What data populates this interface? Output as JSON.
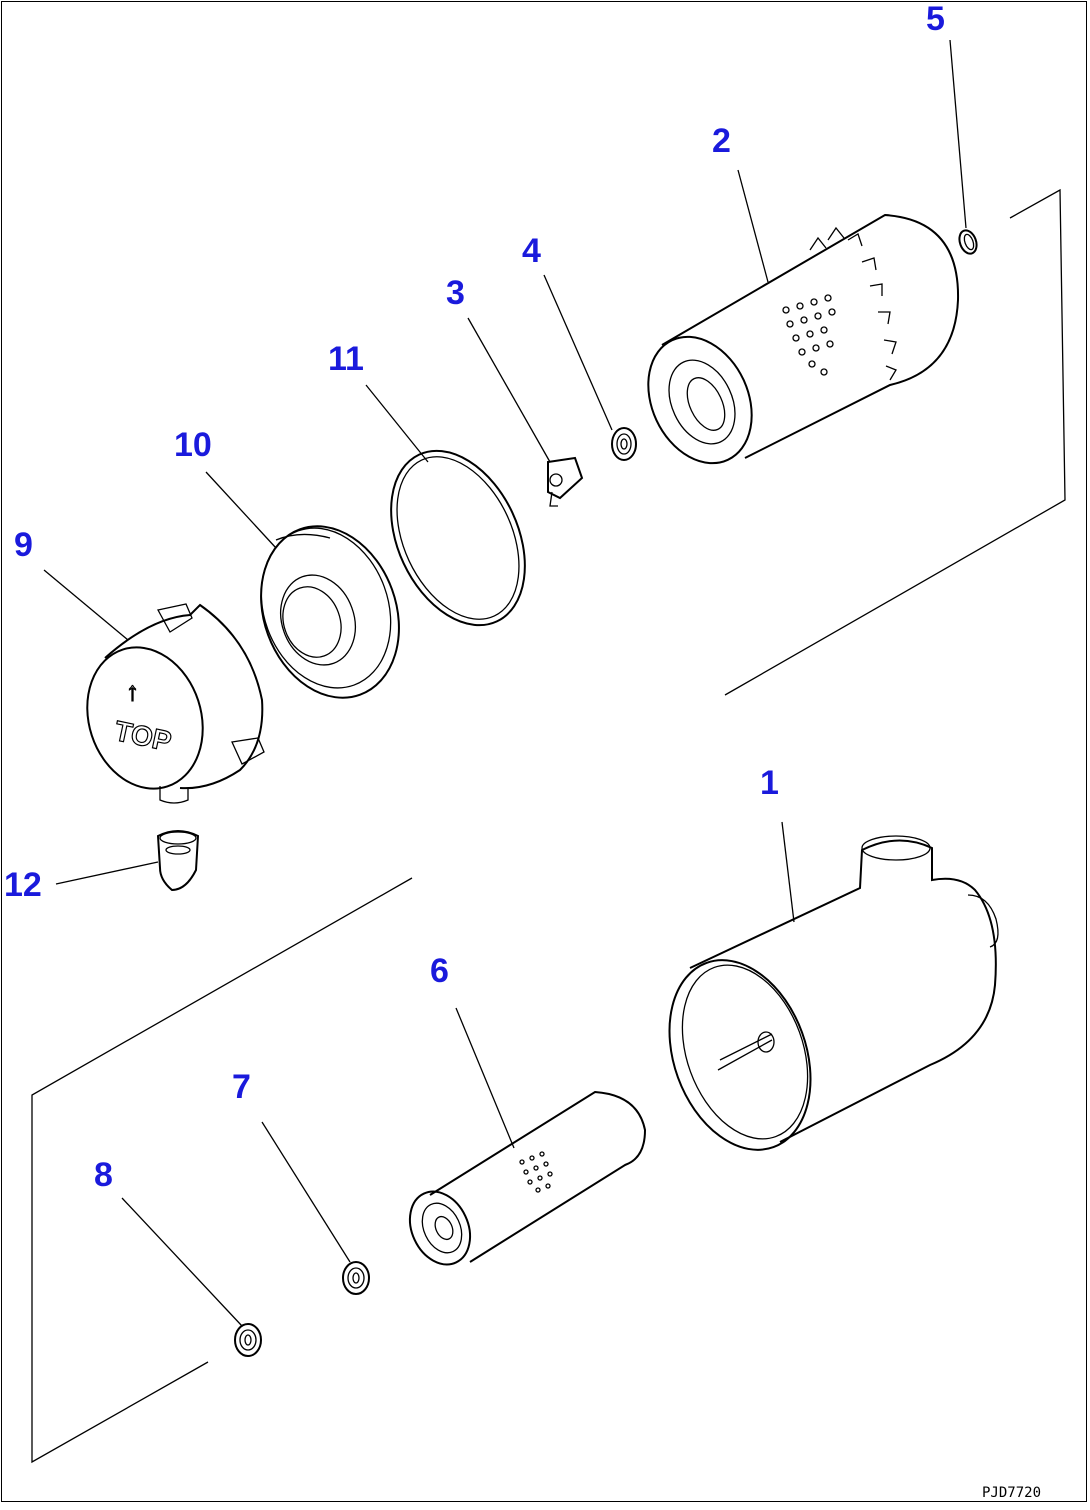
{
  "callouts": {
    "c1": "1",
    "c2": "2",
    "c3": "3",
    "c4": "4",
    "c5": "5",
    "c6": "6",
    "c7": "7",
    "c8": "8",
    "c9": "9",
    "c10": "10",
    "c11": "11",
    "c12": "12"
  },
  "drawing_code": "PJD7720",
  "cover_label": {
    "arrow": "↑",
    "text": "TOP"
  },
  "colors": {
    "callout": "#1a1adc",
    "line": "#000000",
    "background": "#ffffff"
  }
}
